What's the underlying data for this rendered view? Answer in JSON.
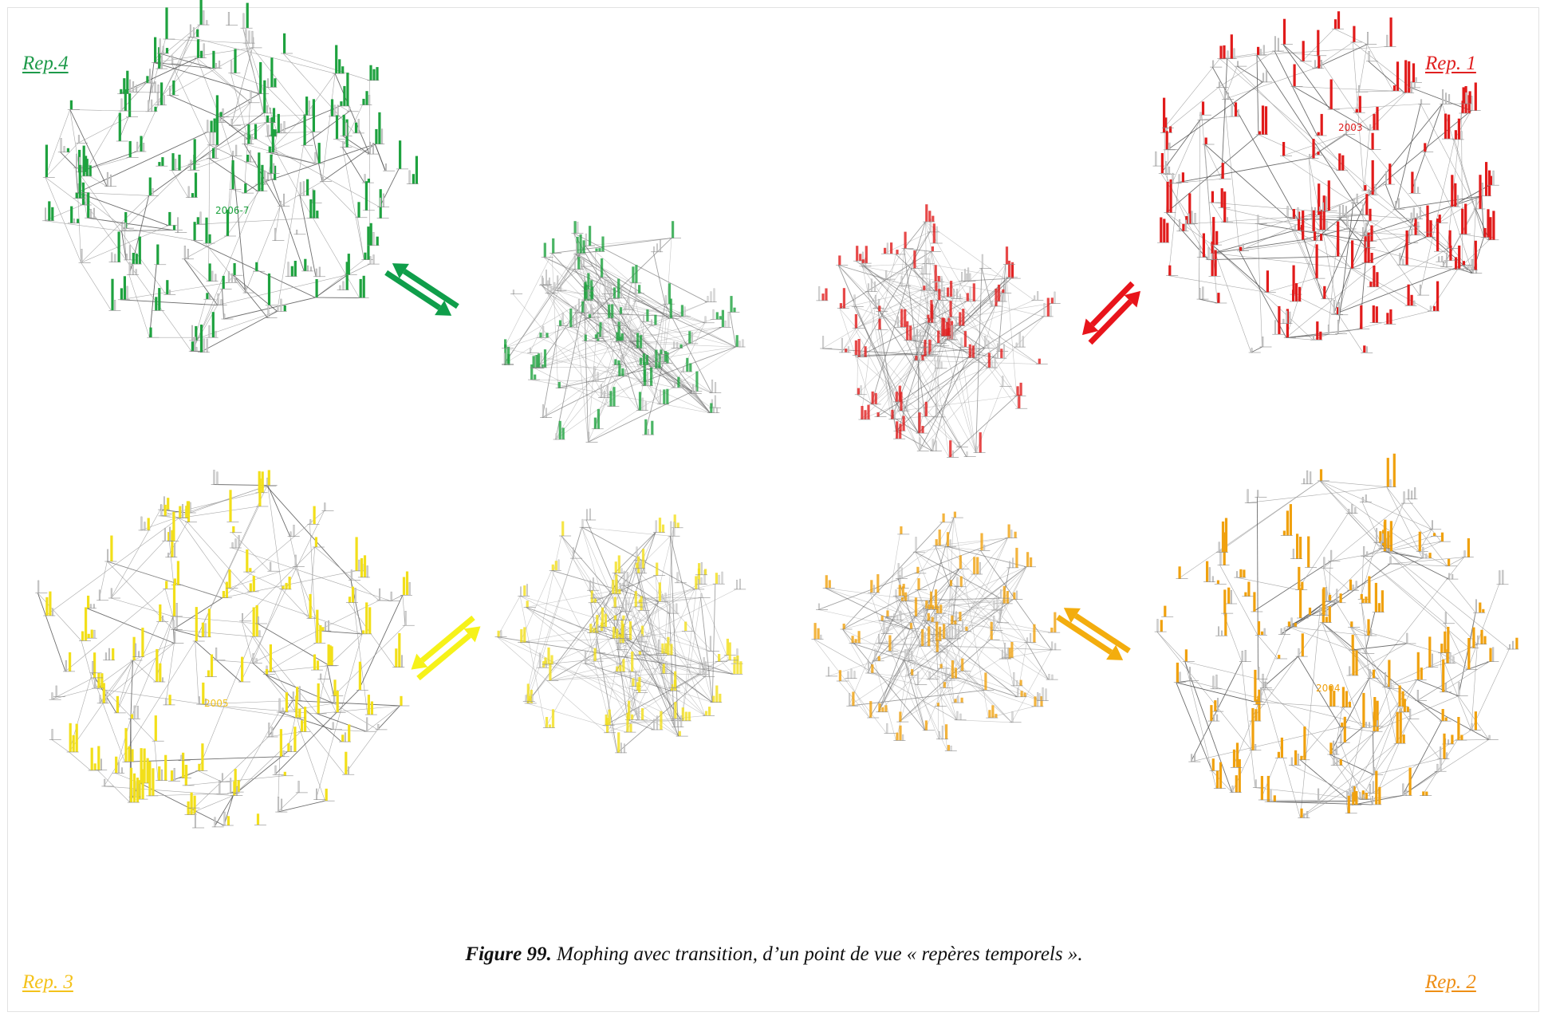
{
  "colors": {
    "rep1": "#e11b1b",
    "rep2": "#f0a10e",
    "rep3": "#f2df1a",
    "rep4": "#1ea23f",
    "rep3_label": "#f4c21a",
    "rep2_label": "#ee8e14",
    "rep4_label": "#1e9a4a",
    "rep1_label": "#e02020",
    "arrow_green": "#0f9e4a",
    "arrow_red": "#e8141b",
    "arrow_yellow": "#f6f21a",
    "arrow_orange": "#f3ad0e"
  },
  "labels": {
    "rep4": "Rep.4",
    "rep1": "Rep. 1",
    "rep3": "Rep. 3",
    "rep2": "Rep. 2"
  },
  "timestamps": {
    "rep1": "2003",
    "rep2": "2004",
    "rep3": "2005",
    "rep4": "2006-7"
  },
  "caption": {
    "number": "Figure 99.",
    "text": "Mophing avec transition, d’un point de vue « repères temporels »."
  },
  "icons": [
    "double-arrow-green-icon",
    "double-arrow-red-icon",
    "double-arrow-yellow-icon",
    "double-arrow-orange-icon"
  ]
}
